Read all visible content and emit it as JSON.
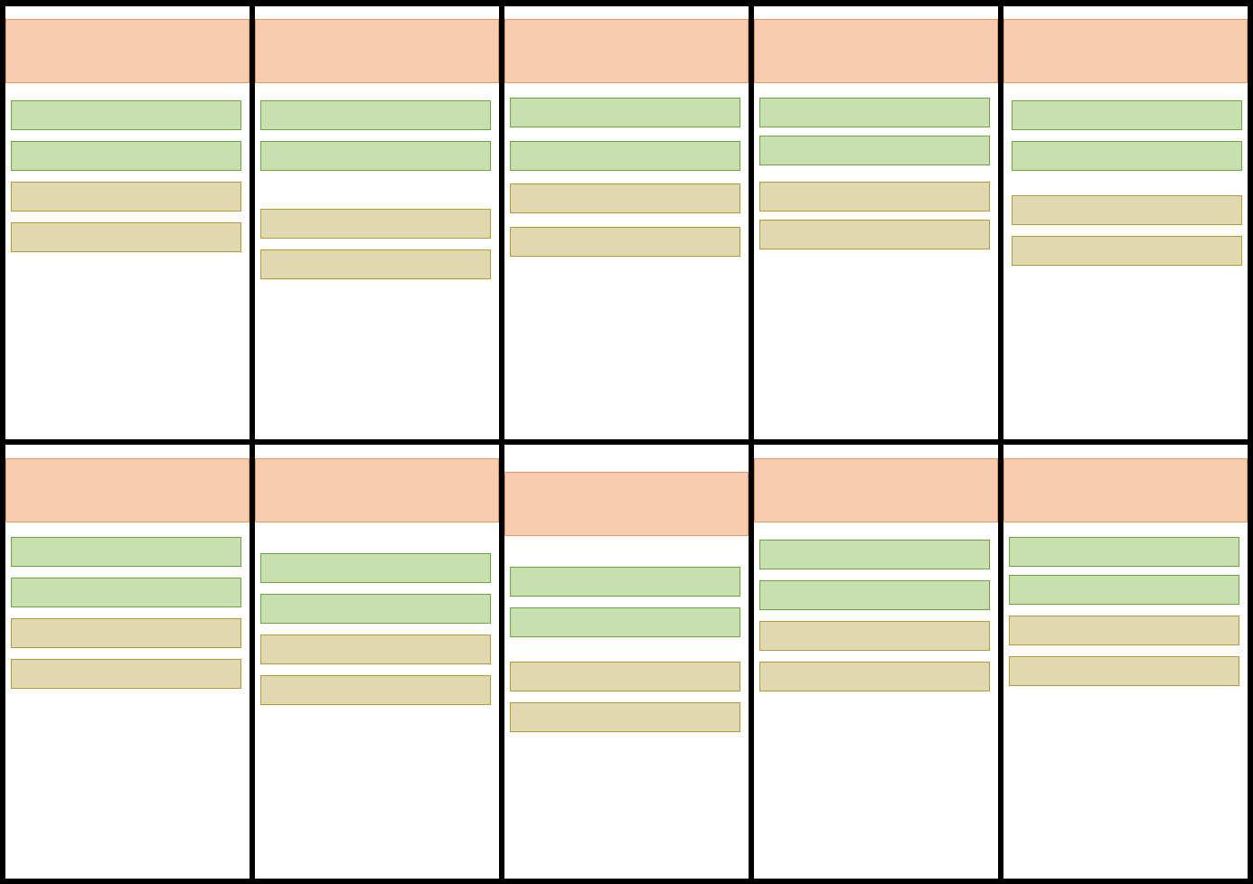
{
  "board": {
    "rows": 2,
    "columns": 5
  },
  "colors": {
    "frame": "#000000",
    "header_fill": "#f8ccae",
    "header_border": "#e3995f",
    "green_fill": "#c8e0b0",
    "green_border": "#6aa63c",
    "tan_fill": "#e0d8b0",
    "tan_border": "#b09a3a"
  },
  "panels": [
    {
      "cards": [
        "green",
        "green",
        "tan",
        "tan"
      ]
    },
    {
      "cards": [
        "green",
        "green",
        "tan",
        "tan"
      ]
    },
    {
      "cards": [
        "green",
        "green",
        "tan",
        "tan"
      ]
    },
    {
      "cards": [
        "green",
        "green",
        "tan",
        "tan"
      ]
    },
    {
      "cards": [
        "green",
        "green",
        "tan",
        "tan"
      ]
    },
    {
      "cards": [
        "green",
        "green",
        "tan",
        "tan"
      ]
    },
    {
      "cards": [
        "green",
        "green",
        "tan",
        "tan"
      ]
    },
    {
      "cards": [
        "green",
        "green",
        "tan",
        "tan"
      ]
    },
    {
      "cards": [
        "green",
        "green",
        "tan",
        "tan"
      ]
    },
    {
      "cards": [
        "green",
        "green",
        "tan",
        "tan"
      ]
    }
  ]
}
